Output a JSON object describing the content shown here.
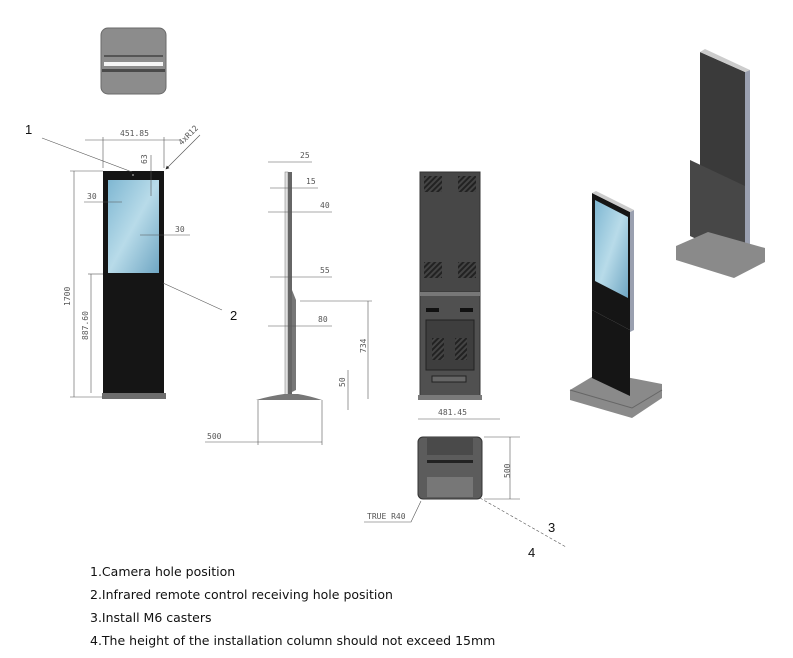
{
  "callouts": {
    "c1": "1",
    "c2": "2",
    "c3": "3",
    "c4": "4"
  },
  "front_view": {
    "width": "451.85",
    "corner_radius": "4xR12",
    "top_bezel": "63",
    "left_bezel": "30",
    "right_bezel": "30",
    "total_height": "1700",
    "lower_height": "887.60"
  },
  "side_view": {
    "d1": "25",
    "d2": "15",
    "d3": "40",
    "d4": "55",
    "d5": "80",
    "d6": "734",
    "d7": "50",
    "base_depth": "500"
  },
  "base_view": {
    "width": "481.45",
    "depth": "500",
    "radius": "TRUE R40"
  },
  "notes": [
    "1.Camera hole position",
    "2.Infrared remote control receiving hole position",
    "3.Install M6 casters",
    "4.The height of the installation column should not exceed 15mm"
  ],
  "colors": {
    "body": "#1a1a1a",
    "back_panel": "#444444",
    "base": "#7a7a7a",
    "screen_a": "#a9d2e4",
    "screen_b": "#5f9bb9",
    "dim_line": "#555555"
  }
}
